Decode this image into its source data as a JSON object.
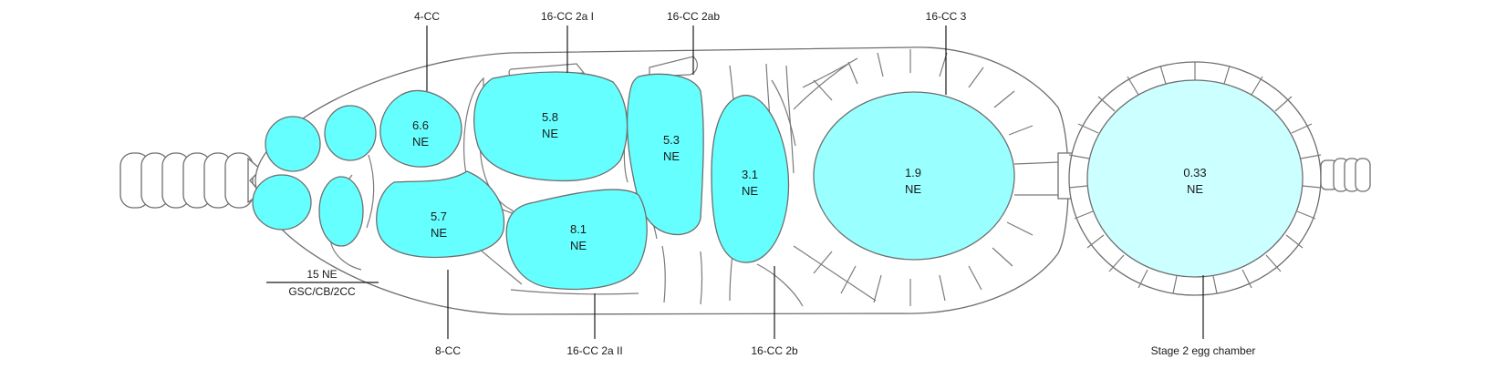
{
  "colors": {
    "cyst_dark": "#66ffff",
    "cyst_mid": "#99ffff",
    "cyst_light": "#ccffff",
    "outline": "#6e6e6e"
  },
  "callouts": {
    "cc4": "4-CC",
    "cc16_2a_i": "16-CC 2a I",
    "cc16_2ab": "16-CC 2ab",
    "cc16_3": "16-CC 3",
    "cc8": "8-CC",
    "cc16_2a_ii": "16-CC 2a II",
    "cc16_2b": "16-CC 2b",
    "stage2": "Stage 2 egg chamber"
  },
  "region": {
    "value": "15 NE",
    "name": "GSC/CB/2CC"
  },
  "cysts": [
    {
      "id": "cc4",
      "value": "6.6",
      "unit": "NE"
    },
    {
      "id": "cc16_2a_i",
      "value": "5.8",
      "unit": "NE"
    },
    {
      "id": "cc16_2ab",
      "value": "5.3",
      "unit": "NE"
    },
    {
      "id": "cc16_2b",
      "value": "3.1",
      "unit": "NE"
    },
    {
      "id": "cc16_3",
      "value": "1.9",
      "unit": "NE"
    },
    {
      "id": "stage2",
      "value": "0.33",
      "unit": "NE"
    },
    {
      "id": "cc8",
      "value": "5.7",
      "unit": "NE"
    },
    {
      "id": "cc16_2a_ii",
      "value": "8.1",
      "unit": "NE"
    }
  ]
}
